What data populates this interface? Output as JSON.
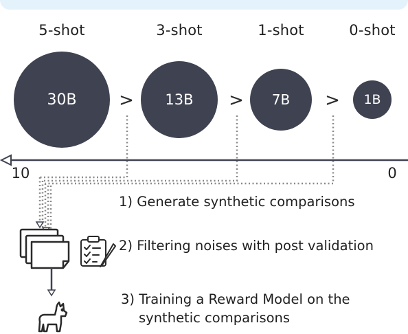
{
  "shots": [
    {
      "label": "5-shot",
      "model": "30B"
    },
    {
      "label": "3-shot",
      "model": "13B"
    },
    {
      "label": "1-shot",
      "model": "7B"
    },
    {
      "label": "0-shot",
      "model": "1B"
    }
  ],
  "chevron_glyph": ">",
  "axis": {
    "left_label": "10",
    "right_label": "0"
  },
  "steps": {
    "step1": "1) Generate synthetic comparisons",
    "step2": "2) Filtering noises with post validation",
    "step3_line1": "3) Training a Reward Model on the",
    "step3_line2": "synthetic comparisons"
  },
  "icons": {
    "documents": "stacked-documents-icon",
    "checklist": "clipboard-checklist-icon",
    "llama": "llama-icon"
  },
  "colors": {
    "circle": "#3f4250",
    "axis": "#3f4250",
    "dotted": "#8a8a8a",
    "top_band": "#e4f2fb"
  }
}
